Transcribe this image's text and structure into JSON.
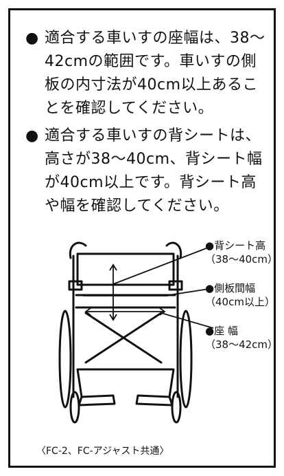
{
  "bullets": [
    {
      "marker": "●",
      "text": "適合する車いすの座幅は、38〜42cmの範囲です。車いすの側板の内寸法が40cm以上あることを確認してください。"
    },
    {
      "marker": "●",
      "text": "適合する車いすの背シートは、高さが38〜40cm、背シート幅が40cm以上です。背シート高や幅を確認してください。"
    }
  ],
  "diagram": {
    "labels": [
      {
        "name": "●背シート高",
        "value": "（38〜40cm）"
      },
      {
        "name": "●側板間幅",
        "value": "（40cm以上）"
      },
      {
        "name": "●座 幅",
        "value": "（38〜42cm）"
      }
    ]
  },
  "caption": "〈FC-2、FC-アジャスト共通〉"
}
